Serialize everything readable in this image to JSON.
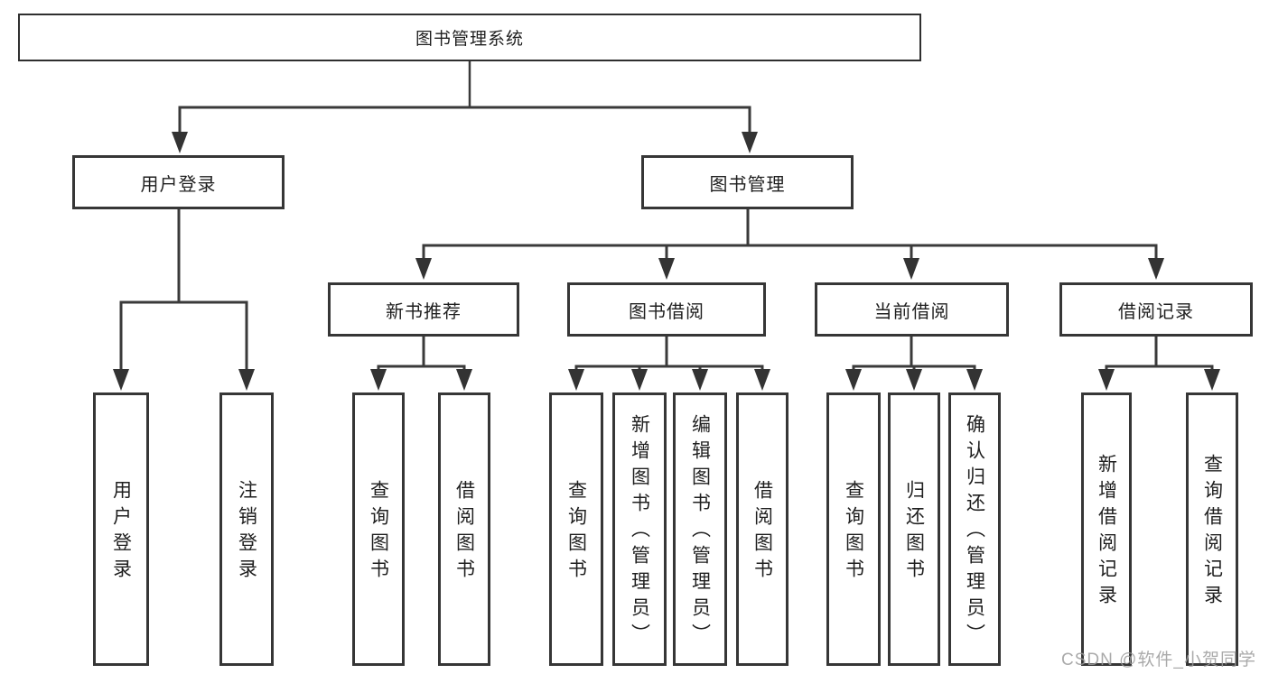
{
  "diagram": {
    "root": "图书管理系统",
    "branches": [
      {
        "label": "用户登录",
        "children": [
          "用户登录",
          "注销登录"
        ]
      },
      {
        "label": "图书管理",
        "groups": [
          {
            "label": "新书推荐",
            "children": [
              "查询图书",
              "借阅图书"
            ]
          },
          {
            "label": "图书借阅",
            "children": [
              "查询图书",
              "新增图书（管理员）",
              "编辑图书（管理员）",
              "借阅图书"
            ]
          },
          {
            "label": "当前借阅",
            "children": [
              "查询图书",
              "归还图书",
              "确认归还（管理员）"
            ]
          },
          {
            "label": "借阅记录",
            "children": [
              "新增借阅记录",
              "查询借阅记录"
            ]
          }
        ]
      }
    ]
  },
  "watermark": "CSDN @软件_小贺同学",
  "colors": {
    "line": "#3a3a3a",
    "box_border": "#363636",
    "text": "#1f1f1f",
    "watermark": "#9b9b9b",
    "background": "#ffffff"
  }
}
